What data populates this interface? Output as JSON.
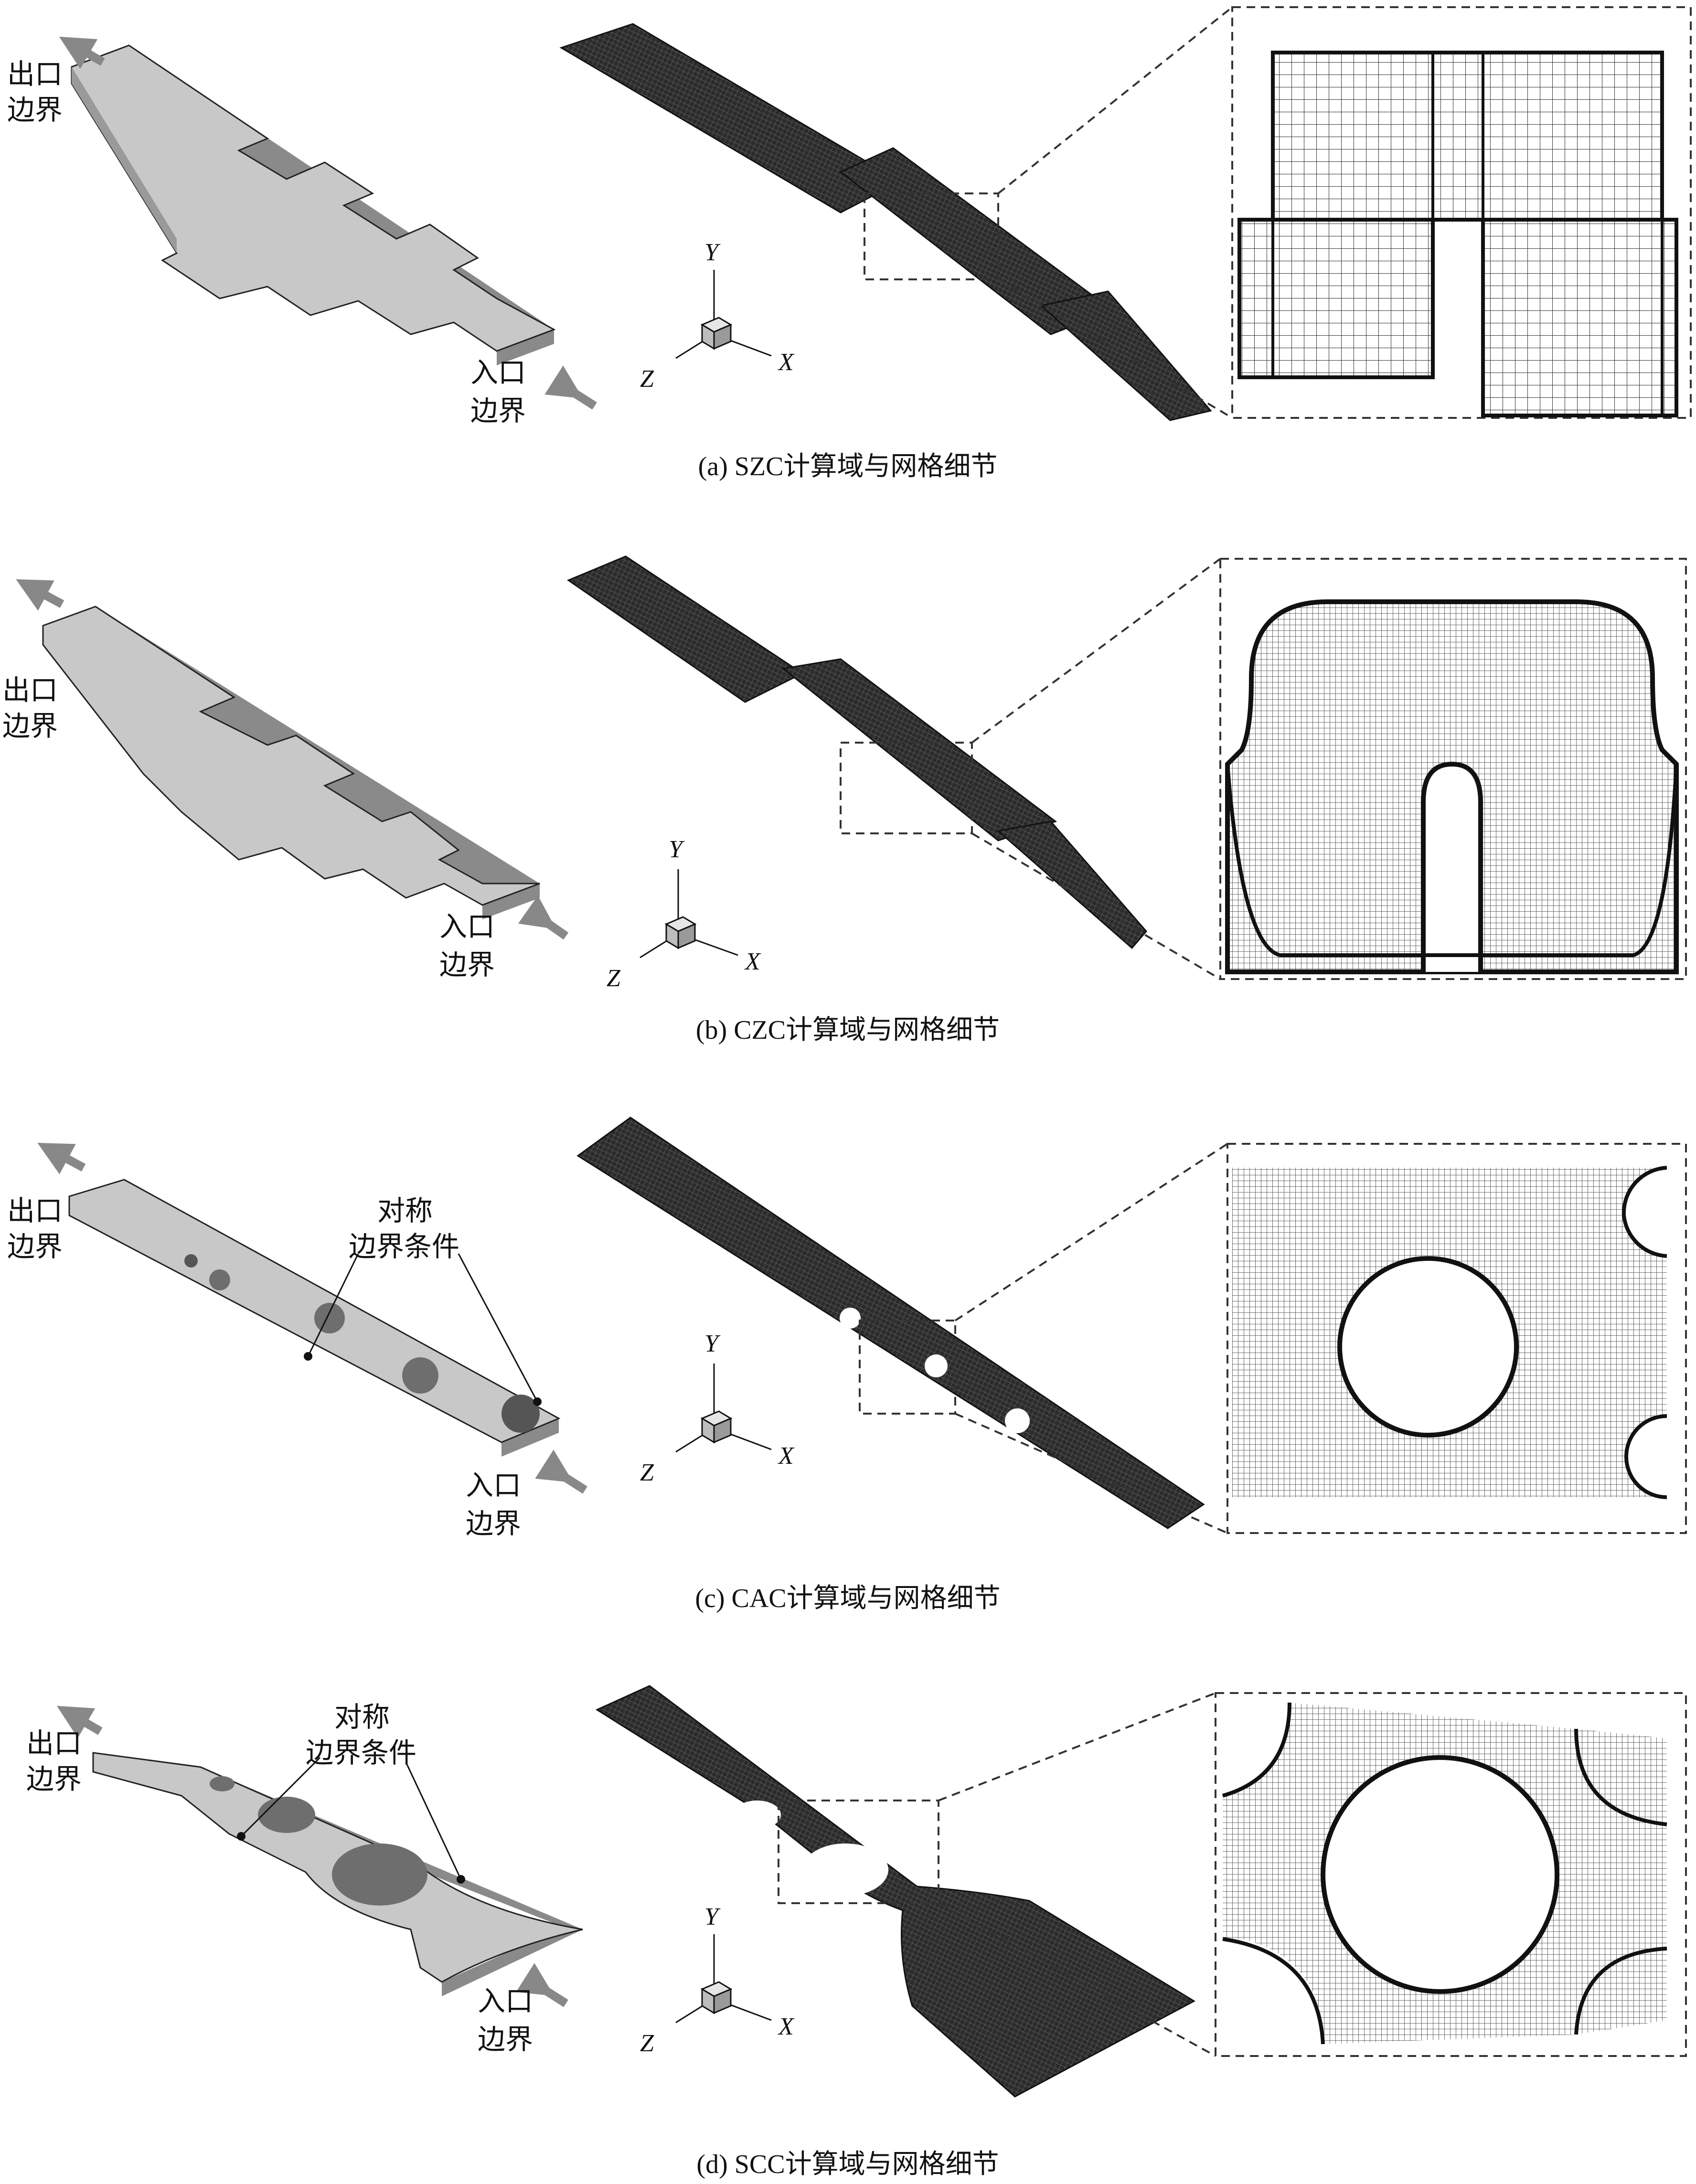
{
  "panels": [
    {
      "caption": "(a) SZC计算域与网格细节",
      "outlet_label": [
        "出口",
        "边界"
      ],
      "inlet_label": [
        "入口",
        "边界"
      ],
      "axes": {
        "x": "X",
        "y": "Y",
        "z": "Z"
      }
    },
    {
      "caption": "(b) CZC计算域与网格细节",
      "outlet_label": [
        "出口",
        "边界"
      ],
      "inlet_label": [
        "入口",
        "边界"
      ],
      "axes": {
        "x": "X",
        "y": "Y",
        "z": "Z"
      }
    },
    {
      "caption": "(c) CAC计算域与网格细节",
      "outlet_label": [
        "出口",
        "边界"
      ],
      "inlet_label": [
        "入口",
        "边界"
      ],
      "symmetry_label": [
        "对称",
        "边界条件"
      ],
      "axes": {
        "x": "X",
        "y": "Y",
        "z": "Z"
      }
    },
    {
      "caption": "(d) SCC计算域与网格细节",
      "outlet_label": [
        "出口",
        "边界"
      ],
      "inlet_label": [
        "入口",
        "边界"
      ],
      "symmetry_label": [
        "对称",
        "边界条件"
      ],
      "axes": {
        "x": "X",
        "y": "Y",
        "z": "Z"
      }
    }
  ],
  "colors": {
    "solid_face": "#c8c8c8",
    "solid_side": "#8a8a8a",
    "mesh_dark": "#1a1a1a",
    "arrow": "#888888",
    "cube_top": "#e6e6e6",
    "cube_side": "#9a9a9a"
  }
}
